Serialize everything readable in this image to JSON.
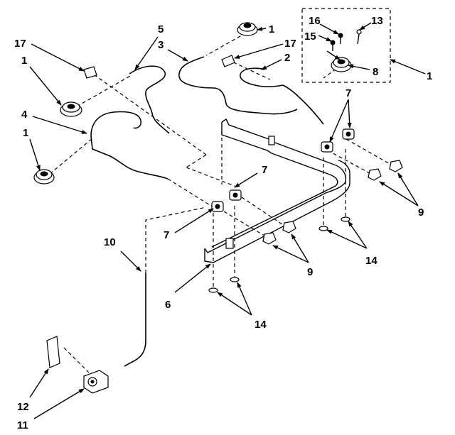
{
  "diagram": {
    "callouts": {
      "c1_top": "1",
      "c1_left_upper": "1",
      "c1_left_lower": "1",
      "c1_right": "1",
      "c2": "2",
      "c3": "3",
      "c4": "4",
      "c5": "5",
      "c6": "6",
      "c7_upper_right": "7",
      "c7_mid": "7",
      "c7_left": "7",
      "c8": "8",
      "c9_right": "9",
      "c9_mid": "9",
      "c10": "10",
      "c11": "11",
      "c12": "12",
      "c13": "13",
      "c14_right": "14",
      "c14_bottom": "14",
      "c15": "15",
      "c16": "16",
      "c17_left": "17",
      "c17_top": "17"
    }
  }
}
